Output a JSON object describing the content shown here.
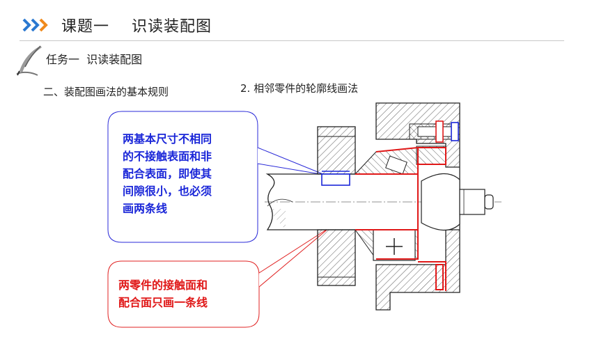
{
  "header": {
    "title": "课题一    识读装配图"
  },
  "task": {
    "title": "任务一  识读装配图"
  },
  "section": {
    "rules_title": "二、装配图画法的基本规则",
    "rule2_title": "2. 相邻零件的轮廓线画法"
  },
  "callouts": {
    "non_contact": "两基本尺寸不相同\n的不接触表面和非\n配合表面，即使其\n间隙很小，也必须\n画两条线",
    "contact": "两零件的接触面和\n配合面只画一条线"
  },
  "colors": {
    "blue_callout": "#1a26d8",
    "red_callout": "#e01818",
    "chevron_blue": "#2a78d0",
    "chevron_orange": "#f08a1c"
  },
  "icons": [
    "chevron-right-icon",
    "quill-pen-icon"
  ]
}
